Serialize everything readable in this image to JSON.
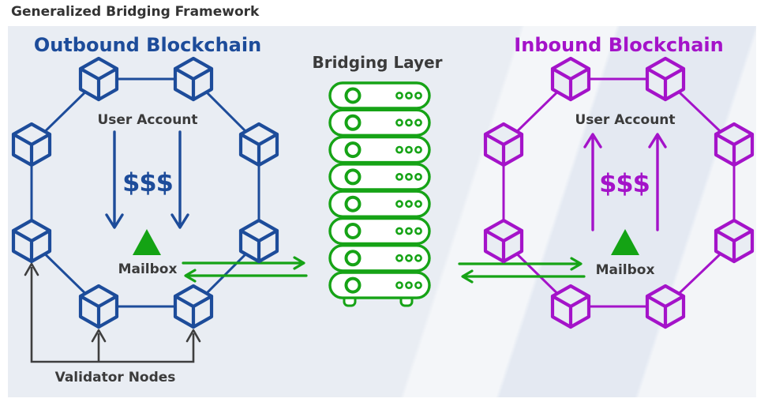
{
  "page_title": "Generalized Bridging Framework",
  "colors": {
    "outbound_blue": "#1d4c9a",
    "inbound_purple": "#a413c9",
    "bridge_green": "#16a316",
    "mailbox_green": "#14a314",
    "text_dark": "#3b3b3b",
    "validator_gray": "#3f3f3f",
    "panel_bg": "#e9edf3"
  },
  "outbound": {
    "title": "Outbound Blockchain",
    "node_count": 8,
    "node_icon": "cube-icon",
    "user_account_label": "User Account",
    "money_label": "$$$",
    "mailbox_label": "Mailbox",
    "mailbox_icon": "triangle-up-icon",
    "validator_label": "Validator Nodes",
    "validator_arrow_count": 3,
    "money_arrows": "down"
  },
  "bridging": {
    "title": "Bridging Layer",
    "server_count": 8,
    "server_icon": "server-icon",
    "left_link_arrows": [
      "right",
      "left"
    ],
    "right_link_arrows": [
      "right",
      "left"
    ]
  },
  "inbound": {
    "title": "Inbound Blockchain",
    "node_count": 8,
    "node_icon": "cube-icon",
    "user_account_label": "User Account",
    "money_label": "$$$",
    "mailbox_label": "Mailbox",
    "mailbox_icon": "triangle-up-icon",
    "money_arrows": "up"
  }
}
